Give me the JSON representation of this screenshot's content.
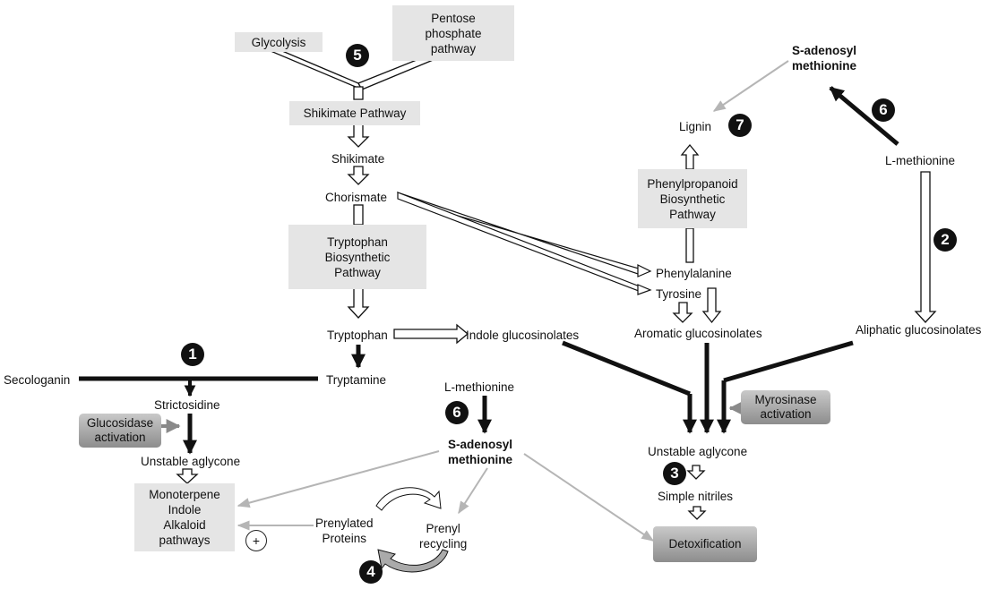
{
  "labels": {
    "glycolysis": "Glycolysis",
    "pentose": "Pentose\nphosphate\npathway",
    "shikimate_pathway": "Shikimate Pathway",
    "shikimate": "Shikimate",
    "chorismate": "Chorismate",
    "tryptophan_pathway": "Tryptophan\nBiosynthetic\nPathway",
    "tryptophan": "Tryptophan",
    "indole_gls": "Indole  glucosinolates",
    "tryptamine": "Tryptamine",
    "secologanin": "Secologanin",
    "strictosidine": "Strictosidine",
    "glucosidase": "Glucosidase\nactivation",
    "unstable_aglycone_left": "Unstable  aglycone",
    "mia": "Monoterpene\nIndole\nAlkaloid\npathways",
    "plus": "+",
    "prenylated": "Prenylated\nProteins",
    "prenyl_recycling": "Prenyl\nrecycling",
    "l_methionine_mid": "L-methionine",
    "sam_mid": "S-adenosyl\nmethionine",
    "lignin": "Lignin",
    "phenylpropanoid": "Phenylpropanoid\nBiosynthetic\nPathway",
    "phenylalanine": "Phenylalanine",
    "tyrosine": "Tyrosine",
    "aromatic_gls": "Aromatic glucosinolates",
    "aliphatic_gls": "Aliphatic glucosinolates",
    "l_methionine_right": "L-methionine",
    "sam_right": "S-adenosyl\nmethionine",
    "myrosinase": "Myrosinase\nactivation",
    "unstable_aglycone_right": "Unstable aglycone",
    "simple_nitriles": "Simple nitriles",
    "detoxification": "Detoxification"
  },
  "markers": {
    "m1": "1",
    "m2": "2",
    "m3": "3",
    "m4": "4",
    "m5": "5",
    "m6_right": "6",
    "m6_mid": "6",
    "m7": "7"
  },
  "colors": {
    "box_gray": "#e5e5e5",
    "arrow_black": "#111111",
    "arrow_gray": "#b5b5b5"
  }
}
